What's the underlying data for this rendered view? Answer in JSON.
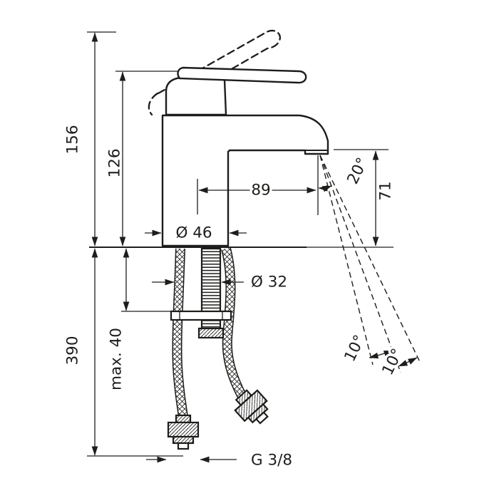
{
  "drawing": {
    "labels": {
      "h156": "156",
      "h126": "126",
      "reach89": "89",
      "deg20": "20°",
      "h71": "71",
      "dia46": "Ø 46",
      "dia32": "Ø 32",
      "len390": "390",
      "max40": "max. 40",
      "deg10a": "10°",
      "deg10b": "10°",
      "thread": "G 3/8"
    },
    "colors": {
      "line": "#1d1d1b",
      "background": "#ffffff"
    }
  }
}
